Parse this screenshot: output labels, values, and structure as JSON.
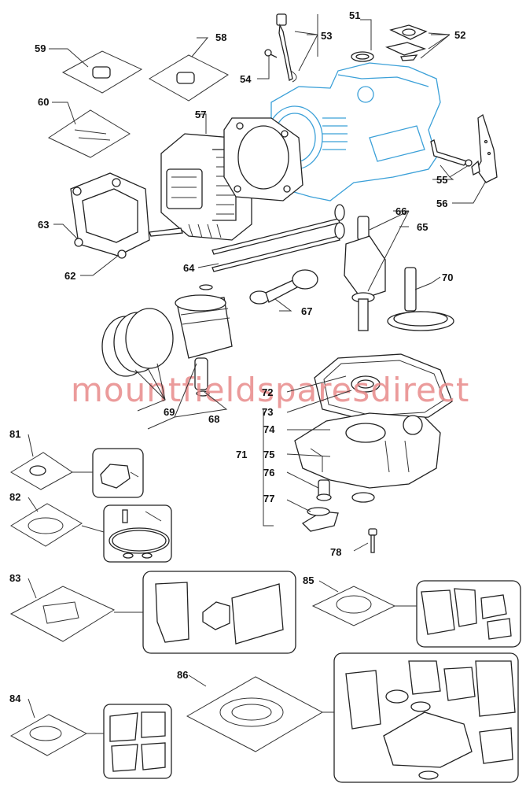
{
  "watermark": "mountfieldsparesdirect",
  "callouts": {
    "c51": "51",
    "c52": "52",
    "c53": "53",
    "c54": "54",
    "c55": "55",
    "c56": "56",
    "c57": "57",
    "c58": "58",
    "c59": "59",
    "c60": "60",
    "c62": "62",
    "c63": "63",
    "c64": "64",
    "c65": "65",
    "c66": "66",
    "c67": "67",
    "c68": "68",
    "c69": "69",
    "c70": "70",
    "c71": "71",
    "c72": "72",
    "c73": "73",
    "c74": "74",
    "c75": "75",
    "c76": "76",
    "c77": "77",
    "c78": "78",
    "c81": "81",
    "c82": "82",
    "c83": "83",
    "c84": "84",
    "c85": "85",
    "c86": "86"
  },
  "colors": {
    "engine_block": "#3ba0d8",
    "watermark": "#e88a8a",
    "lines": "#222222"
  }
}
